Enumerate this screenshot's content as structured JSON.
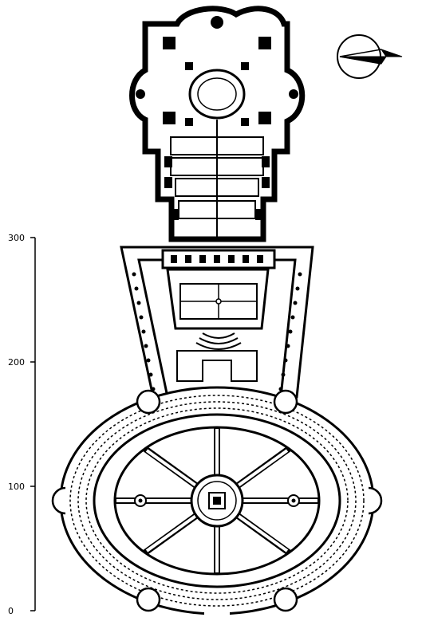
{
  "scale": {
    "ticks": [
      {
        "value": 300,
        "label": "300"
      },
      {
        "value": 200,
        "label": "200"
      },
      {
        "value": 100,
        "label": "100"
      },
      {
        "value": 0,
        "label": "0"
      }
    ]
  },
  "compass": {
    "icon": "north-arrow-icon"
  },
  "plan": {
    "basilica": "cross-plan-icon",
    "piazza_retta": "trapezoid-plaza-icon",
    "piazza_ovale": "elliptical-colonnade-icon",
    "obelisk": "obelisk-icon"
  },
  "colors": {
    "ink": "#000000",
    "paper": "#ffffff"
  }
}
